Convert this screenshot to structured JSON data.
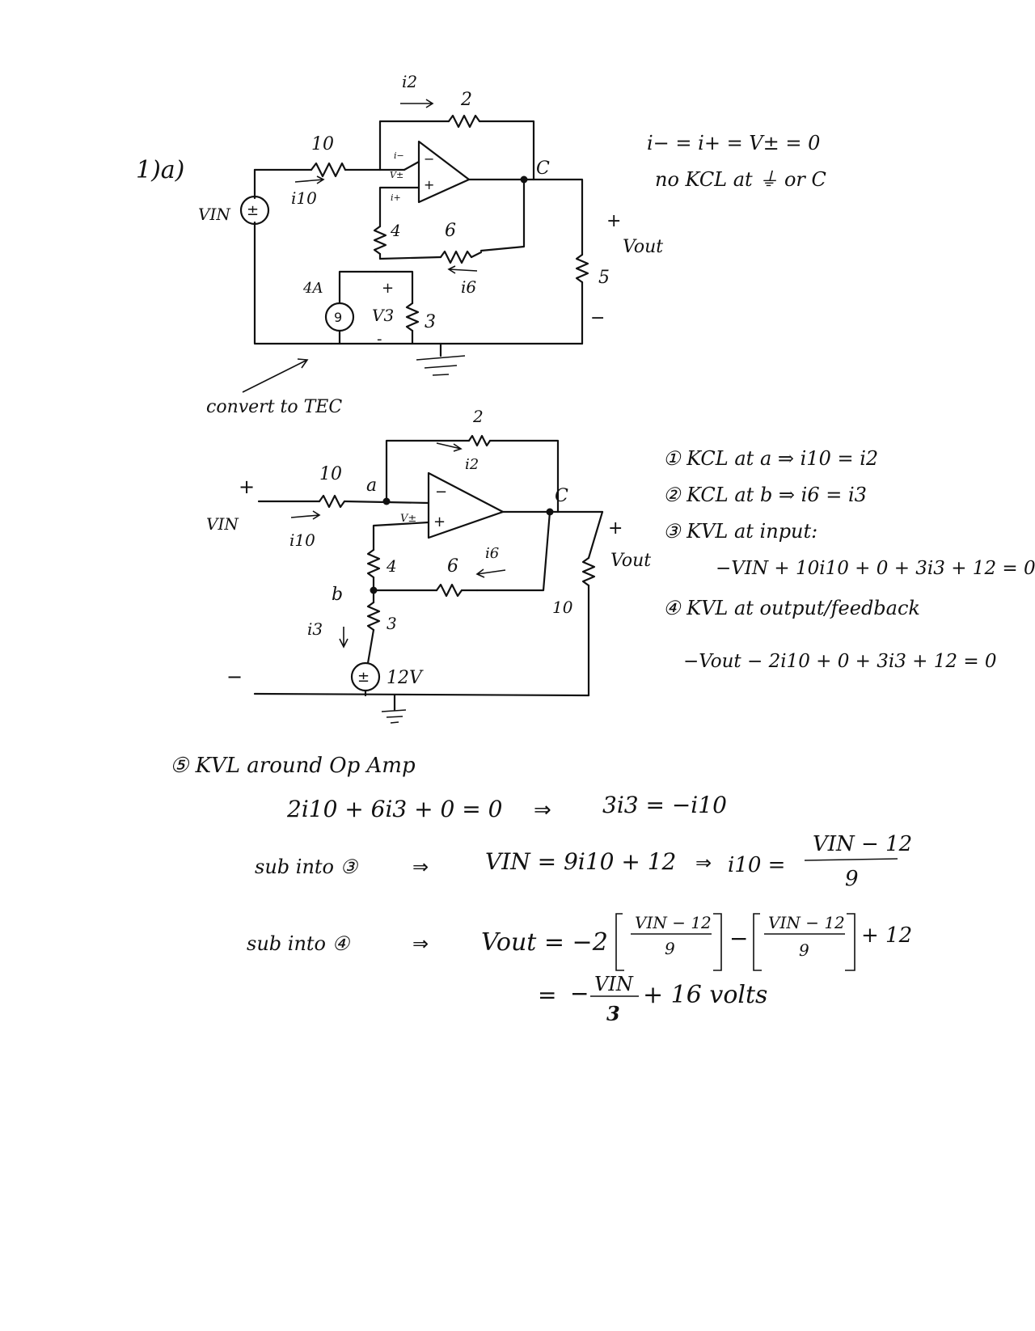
{
  "part_label": "1)a)",
  "top_circuit": {
    "labels": {
      "i2": "i2",
      "r2": "2",
      "r10": "10",
      "c": "C",
      "vin": "VIN",
      "i10": "i10",
      "i_minus": "i−",
      "v_pm": "V±",
      "i_plus": "i+",
      "r4": "4",
      "r6": "6",
      "i6": "i6",
      "cs": "4A",
      "cs_sym": "9",
      "v3": "V3",
      "r3": "3",
      "plus_v3": "+",
      "minus_v3": "-",
      "vout": "Vout",
      "plus_vout": "+",
      "minus_vout": "−",
      "r5": "5",
      "src_sign": "±",
      "op_minus": "−",
      "op_plus": "+"
    },
    "notes": {
      "line1": "i− = i+ = V± = 0",
      "line2": "no KCL at ⏚ or C"
    },
    "convert_note": "convert to TEC"
  },
  "bottom_circuit": {
    "labels": {
      "r2": "2",
      "i2": "i2",
      "plus_in": "+",
      "r10": "10",
      "node_a": "a",
      "node_c": "C",
      "vin": "VIN",
      "i10": "i10",
      "v_pm": "V±",
      "op_minus": "−",
      "op_plus": "+",
      "r4": "4",
      "r6": "6",
      "i6": "i6",
      "node_b": "b",
      "r3": "3",
      "i3": "i3",
      "vs": "12V",
      "vs_sign": "±",
      "minus_in": "−",
      "plus_vout": "+",
      "vout": "Vout",
      "r10_out": "10"
    }
  },
  "equations": {
    "eq1": "① KCL at a ⇒ i10 = i2",
    "eq2": "② KCL at b ⇒ i6 = i3",
    "eq3_title": "③ KVL at input:",
    "eq3": "−VIN + 10i10 + 0 + 3i3 + 12 = 0",
    "eq4_title": "④ KVL at output/feedback",
    "eq4": "−Vout − 2i10 + 0 + 3i3 + 12 = 0"
  },
  "derivation": {
    "step5_title": "⑤ KVL around Op Amp",
    "step5_eq": "2i10 + 6i3 + 0 = 0",
    "step5_arrow": "⇒",
    "step5_result": "3i3 = −i10",
    "sub3_label": "sub into ③",
    "sub3_arrow": "⇒",
    "sub3_eq": "VIN = 9i10 + 12",
    "sub3_arrow2": "⇒",
    "sub3_lhs": "i10 =",
    "sub3_num": "VIN − 12",
    "sub3_den": "9",
    "sub4_label": "sub into ④",
    "sub4_arrow": "⇒",
    "sub4_lhs": "Vout = −2",
    "sub4_f1_num": "VIN − 12",
    "sub4_f1_den": "9",
    "sub4_minus": "−",
    "sub4_f2_num": "VIN − 12",
    "sub4_f2_den": "9",
    "sub4_tail": "+ 12",
    "final_eq_sign": "=",
    "final_num": "VIN",
    "final_den": "3",
    "final_tail": "+ 16 volts"
  }
}
